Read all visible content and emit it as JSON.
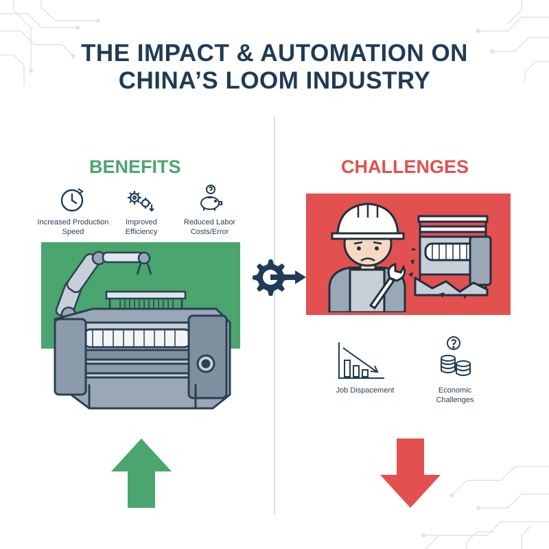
{
  "title": {
    "line1": "THE IMPACT & AUTOMATION ON",
    "line2": "CHINA’S LOOM INDUSTRY"
  },
  "benefits": {
    "heading": "BENEFITS",
    "color": "#4aa66f",
    "items": [
      {
        "icon": "clock-icon",
        "label_line1": "Increased Production",
        "label_line2": "Speed"
      },
      {
        "icon": "gears-icon",
        "label_line1": "Improved",
        "label_line2": "Efficiency"
      },
      {
        "icon": "piggy-bank-icon",
        "label_line1": "Reduced Labor",
        "label_line2": "Costs/Error"
      }
    ],
    "arrow": "up-arrow"
  },
  "challenges": {
    "heading": "CHALLENGES",
    "color": "#e0504f",
    "items": [
      {
        "icon": "declining-bar-chart-icon",
        "label_line1": "Job Dispacement",
        "label_line2": ""
      },
      {
        "icon": "coins-question-icon",
        "label_line1": "Economic",
        "label_line2": "Challenges"
      }
    ],
    "arrow": "down-arrow"
  },
  "center_icon": "gear-arrow-icon",
  "colors": {
    "navy": "#1f3b55",
    "green": "#4aa56f",
    "red": "#e2504f"
  }
}
